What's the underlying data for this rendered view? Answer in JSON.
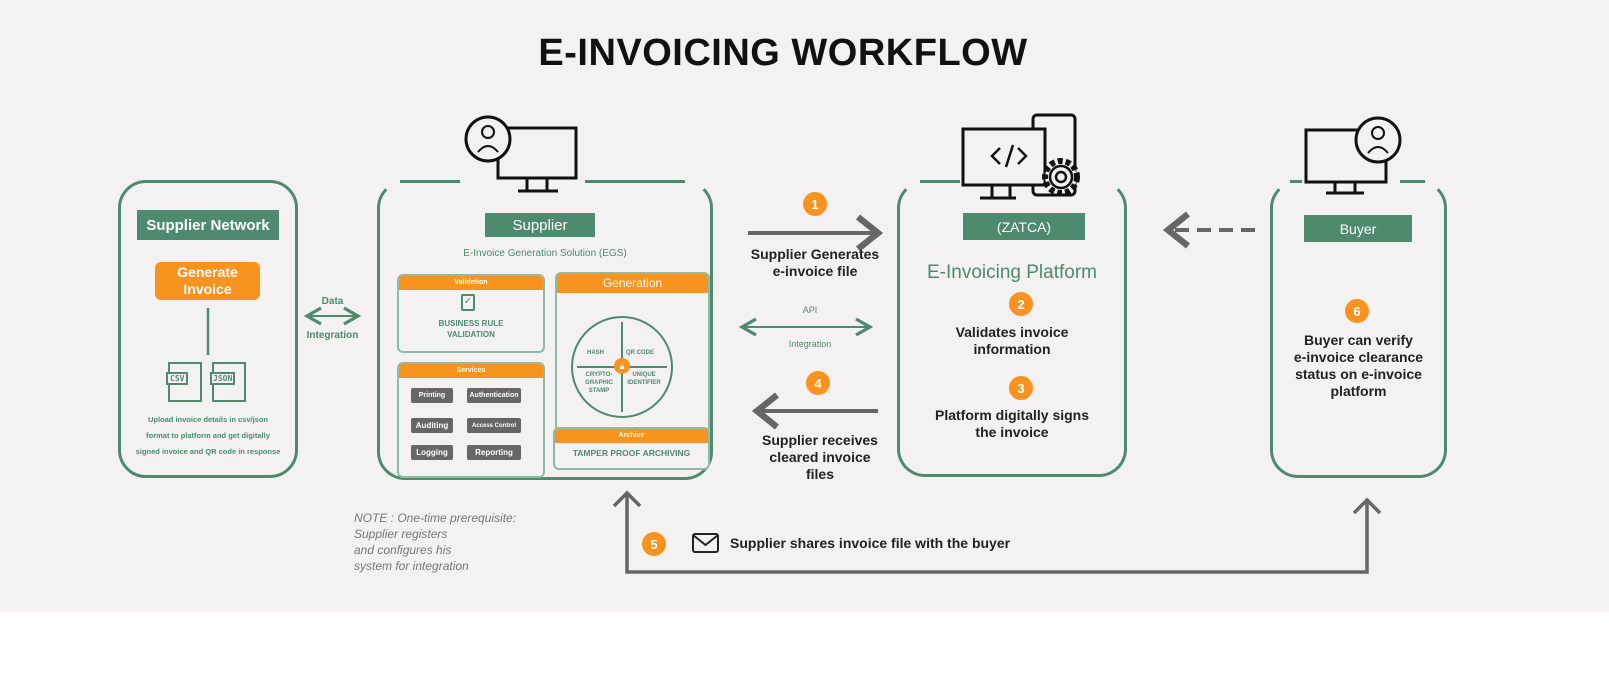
{
  "title": "E-INVOICING WORKFLOW",
  "colors": {
    "green": "#4e8a6e",
    "orange": "#f7931e",
    "background": "#f3f1f2"
  },
  "supplier_network": {
    "header": "Supplier Network",
    "button": "Generate Invoice",
    "file_icons": [
      "CSV",
      "JSON"
    ],
    "description": [
      "Upload  invoice details in csv/json",
      "format to platform and get digitally",
      "signed invoice and QR code in response"
    ]
  },
  "data_integration": {
    "top": "Data",
    "bottom": "Integration"
  },
  "supplier": {
    "header": "Supplier",
    "subtitle": "E-Invoice Generation Solution (EGS)",
    "validation": {
      "header": "Validation",
      "text": [
        "BUSINESS RULE",
        "VALIDATION"
      ]
    },
    "services": {
      "header": "Services",
      "items": [
        "Printing",
        "Authentication",
        "Auditing",
        "Access Control",
        "Logging",
        "Reporting"
      ]
    },
    "generation": {
      "header": "Generation",
      "quadrants": [
        "HASH",
        "QR CODE",
        "CRYPTO-\nGRAPHIC\nSTAMP",
        "UNIQUE\nIDENTIFIER"
      ]
    },
    "archive": {
      "header": "Archive",
      "text": "TAMPER PROOF ARCHIVING"
    }
  },
  "steps": {
    "s1": {
      "num": "1",
      "text": [
        "Supplier Generates",
        "e-invoice file"
      ]
    },
    "api": {
      "top": "API",
      "bottom": "Integration"
    },
    "s4": {
      "num": "4",
      "text": [
        "Supplier receives",
        "cleared invoice",
        "files"
      ]
    },
    "s2": {
      "num": "2",
      "text": [
        "Validates invoice",
        "information"
      ]
    },
    "s3": {
      "num": "3",
      "text": [
        "Platform digitally signs",
        "the invoice"
      ]
    },
    "s5": {
      "num": "5",
      "text": "Supplier shares invoice file with the buyer"
    },
    "s6": {
      "num": "6",
      "text": [
        "Buyer can verify",
        "e-invoice clearance",
        "status on e-invoice",
        "platform"
      ]
    }
  },
  "zatca": {
    "header": "(ZATCA)",
    "title": "E-Invoicing Platform"
  },
  "buyer": {
    "header": "Buyer"
  },
  "note": [
    "NOTE : One-time prerequisite:",
    "Supplier registers",
    "and configures his",
    "system for integration"
  ]
}
